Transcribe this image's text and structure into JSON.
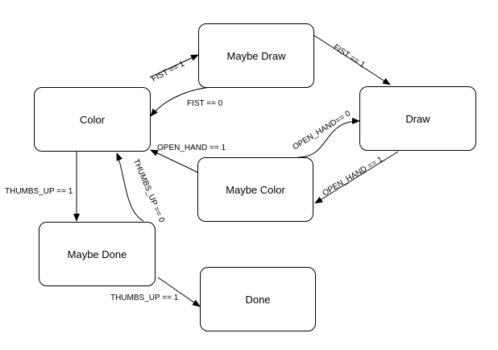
{
  "states": {
    "color": "Color",
    "maybe_draw": "Maybe Draw",
    "draw": "Draw",
    "maybe_color": "Maybe Color",
    "maybe_done": "Maybe Done",
    "done": "Done"
  },
  "transitions": {
    "color_to_maybe_draw": "FIST == 1",
    "maybe_draw_to_draw": "FIST == 1",
    "maybe_draw_to_color": "FIST == 0",
    "maybe_color_to_draw": "OPEN_HAND== 0",
    "draw_to_maybe_color": "OPEN_HAND == 1",
    "maybe_color_to_color": "OPEN_HAND == 1",
    "color_to_maybe_done": "THUMBS_UP == 1",
    "maybe_done_to_color": "THUMBS_UP == 0",
    "maybe_done_to_done": "THUMBS_UP == 1"
  }
}
